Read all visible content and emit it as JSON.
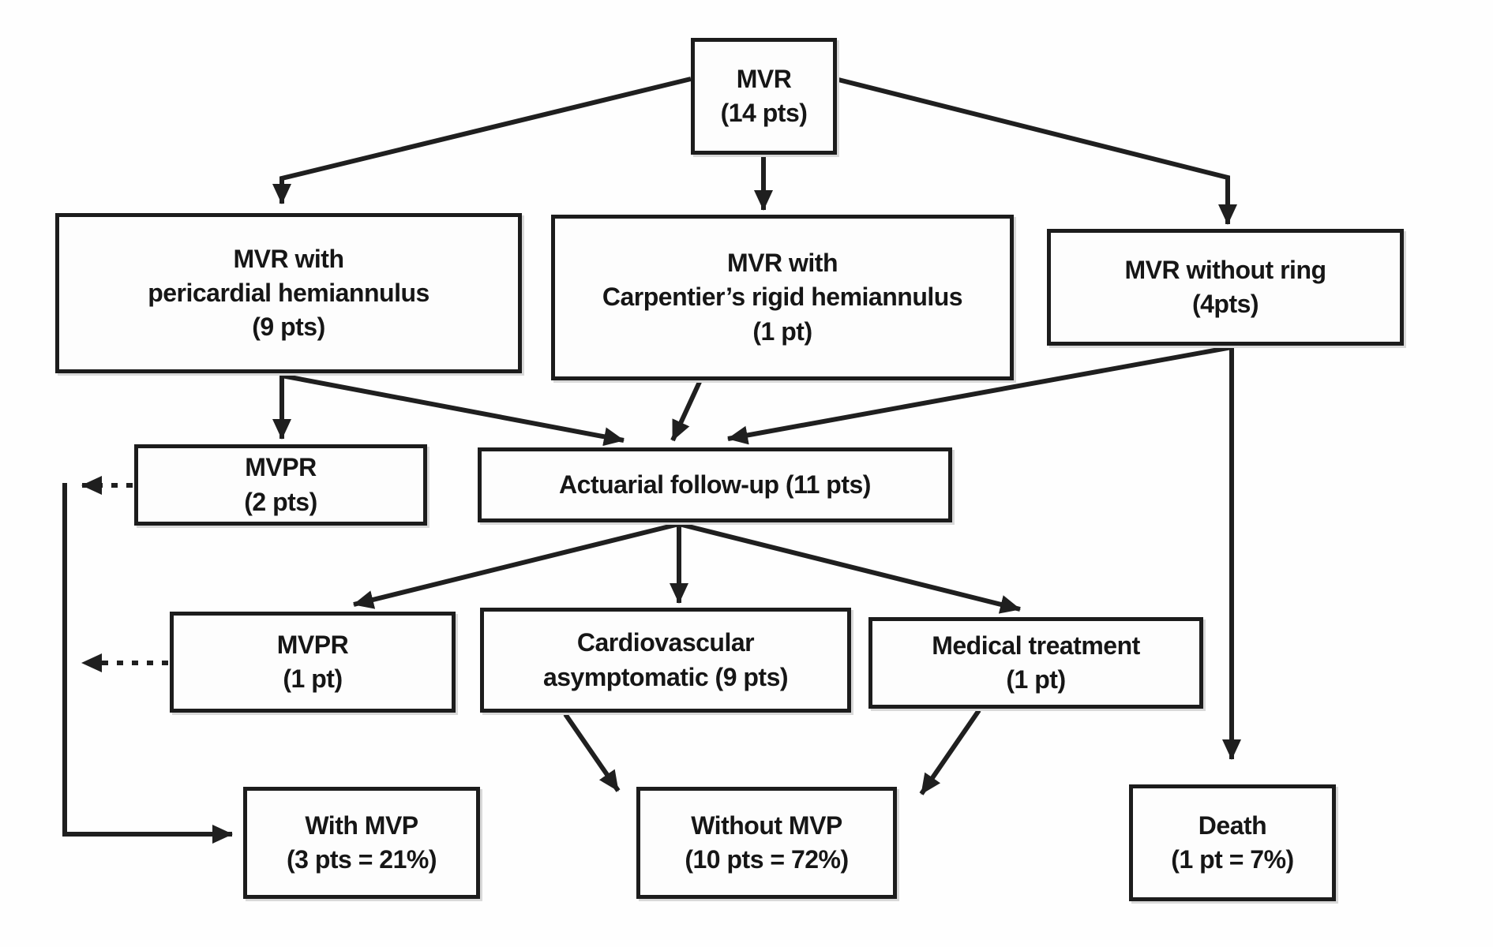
{
  "figure": {
    "type": "flowchart",
    "background_color": "#fefefe",
    "line_color": "#1f1f1f",
    "text_color": "#161616"
  },
  "nodes": {
    "mvr": {
      "lines": [
        "MVR",
        "(14 pts)"
      ]
    },
    "pericardial": {
      "lines": [
        "MVR with",
        "pericardial hemiannulus",
        "(9 pts)"
      ]
    },
    "carpentier": {
      "lines": [
        "MVR with",
        "Carpentier’s rigid hemiannulus",
        "(1 pt)"
      ]
    },
    "no_ring": {
      "lines": [
        "MVR without ring",
        "(4pts)"
      ]
    },
    "mvpr_2": {
      "lines": [
        "MVPR",
        "(2 pts)"
      ]
    },
    "actuarial": {
      "lines": [
        "Actuarial follow-up (11 pts)"
      ]
    },
    "mvpr_1": {
      "lines": [
        "MVPR",
        "(1 pt)"
      ]
    },
    "cardio": {
      "lines": [
        "Cardiovascular",
        "asymptomatic (9 pts)"
      ]
    },
    "medical": {
      "lines": [
        "Medical treatment",
        "(1 pt)"
      ]
    },
    "with_mvp": {
      "lines": [
        "With MVP",
        "(3 pts = 21%)"
      ]
    },
    "without_mvp": {
      "lines": [
        "Without MVP",
        "(10 pts = 72%)"
      ]
    },
    "death": {
      "lines": [
        "Death",
        "(1 pt = 7%)"
      ]
    }
  },
  "edges": [
    {
      "from": "mvr",
      "to": "pericardial",
      "style": "solid"
    },
    {
      "from": "mvr",
      "to": "carpentier",
      "style": "solid"
    },
    {
      "from": "mvr",
      "to": "no_ring",
      "style": "solid"
    },
    {
      "from": "pericardial",
      "to": "mvpr_2",
      "style": "solid"
    },
    {
      "from": "pericardial",
      "to": "actuarial",
      "style": "solid"
    },
    {
      "from": "carpentier",
      "to": "actuarial",
      "style": "solid"
    },
    {
      "from": "no_ring",
      "to": "actuarial",
      "style": "solid"
    },
    {
      "from": "no_ring",
      "to": "death",
      "style": "solid"
    },
    {
      "from": "actuarial",
      "to": "mvpr_1",
      "style": "solid"
    },
    {
      "from": "actuarial",
      "to": "cardio",
      "style": "solid"
    },
    {
      "from": "actuarial",
      "to": "medical",
      "style": "solid"
    },
    {
      "from": "cardio",
      "to": "without_mvp",
      "style": "solid"
    },
    {
      "from": "medical",
      "to": "without_mvp",
      "style": "solid"
    },
    {
      "from": "mvpr_2",
      "to": "left_rail",
      "style": "dotted"
    },
    {
      "from": "mvpr_1",
      "to": "left_rail",
      "style": "dotted"
    },
    {
      "from": "left_rail",
      "to": "with_mvp",
      "style": "solid"
    }
  ]
}
